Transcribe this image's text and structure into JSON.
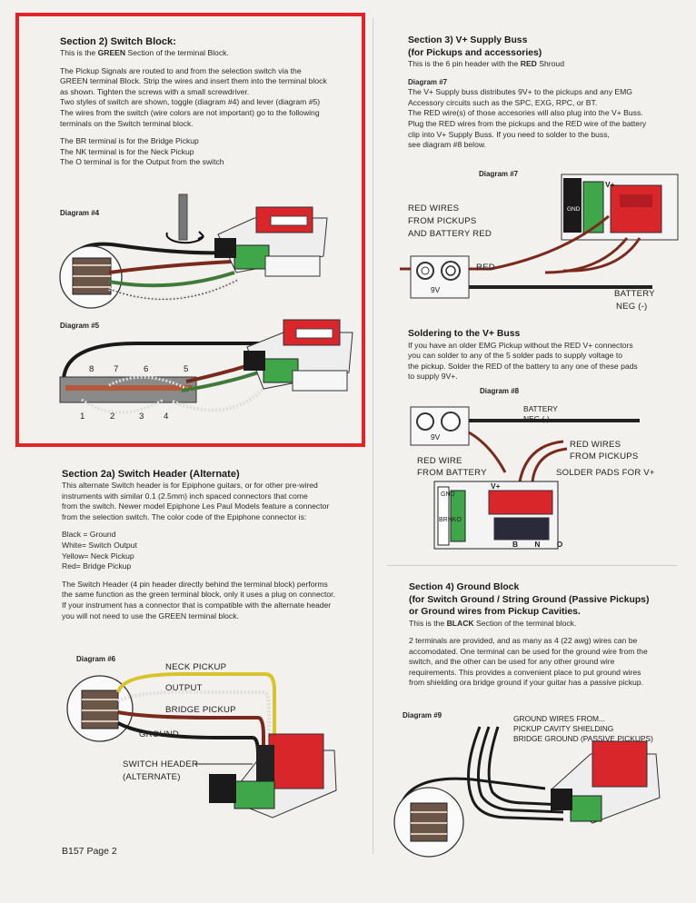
{
  "section2": {
    "title": "Section 2) Switch Block:",
    "subtitle_pre": "This is the ",
    "subtitle_bold": "GREEN",
    "subtitle_post": " Section of the terminal Block.",
    "para1": [
      "The Pickup Signals are routed to and from the selection switch via the",
      "GREEN terminal Block. Strip the wires and insert them into the terminal block",
      "as shown. Tighten the screws with a small screwdriver.",
      "Two styles of switch are shown, toggle (diagram #4) and lever (diagram #5)",
      "The wires from the switch (wire colors are not important) go to the following",
      "terminals on the Switch terminal block."
    ],
    "para2": [
      "The BR terminal is for the Bridge Pickup",
      "The NK terminal is for the Neck Pickup",
      "The O terminal is for the Output from the switch"
    ],
    "diagram4": "Diagram #4",
    "diagram5": "Diagram #5",
    "switch_numbers": [
      "8",
      "7",
      "6",
      "5",
      "1",
      "2",
      "3",
      "4"
    ]
  },
  "section2a": {
    "title": "Section 2a) Switch Header (Alternate)",
    "para1": [
      "This alternate Switch header is for Epiphone guitars, or for other pre-wired",
      "instruments with similar 0.1 (2.5mm) inch spaced connectors that come",
      "from the switch. Newer model Epiphone Les Paul Models feature a connector",
      "from the selection switch. The color code of the Epiphone connector is:"
    ],
    "colors": [
      "Black = Ground",
      "White= Switch Output",
      "Yellow= Neck Pickup",
      "Red= Bridge Pickup"
    ],
    "para2": [
      "The Switch Header (4 pin header directly behind the terminal block) performs",
      "the same function as the green terminal block, only it uses a plug on connector.",
      "If your instrument has a connector that is compatible with the alternate header",
      "you will not need to use the GREEN terminal block."
    ],
    "diagram6": "Diagram #6",
    "labels": {
      "neck": "NECK PICKUP",
      "output": "OUTPUT",
      "bridge": "BRIDGE PICKUP",
      "ground": "GROUND",
      "header1": "SWITCH HEADER",
      "header2": "(ALTERNATE)"
    }
  },
  "section3": {
    "title1": "Section 3) V+ Supply Buss",
    "title2": "(for Pickups and accessories)",
    "subtitle_pre": "This is the 6 pin header with the ",
    "subtitle_bold": "RED",
    "subtitle_post": " Shroud",
    "diagram7_head": "Diagram #7",
    "para1": [
      "The V+ Supply buss distributes 9V+ to the pickups and any EMG",
      "Accessory circuits such as the SPC, EXG, RPC, or BT.",
      "The RED wire(s) of those accesories will also plug into the V+ Buss.",
      "Plug the RED wires from the pickups and the RED wire of the battery",
      "clip into V+ Supply Buss. If you need to solder to the buss,",
      "see diagram #8 below."
    ],
    "diagram7": "Diagram #7",
    "d7_labels": {
      "red_wires1": "RED WIRES",
      "red_wires2": "FROM PICKUPS",
      "red_wires3": "AND BATTERY RED",
      "red": "RED",
      "battery1": "BATTERY",
      "battery2": "NEG (-)",
      "nine_v": "9V",
      "vplus": "V+",
      "gnd": "GND"
    },
    "solder_title": "Soldering to the V+ Buss",
    "solder_para": [
      "If you have an older EMG Pickup without the RED V+ connectors",
      "you can solder to any of the 5 solder pads to supply voltage to",
      "the pickup. Solder the RED of the battery to any one of these pads",
      "to supply 9V+."
    ],
    "diagram8": "Diagram #8",
    "d8_labels": {
      "battery1": "BATTERY",
      "battery2": "NEG (-)",
      "red_wires1": "RED WIRES",
      "red_wires2": "FROM PICKUPS",
      "red_wire1": "RED WIRE",
      "red_wire2": "FROM BATTERY",
      "solder": "SOLDER PADS FOR V+",
      "nine_v": "9V",
      "vplus": "V+",
      "gnd": "GND",
      "brnko": "BRNKO",
      "bottom": "B N O"
    }
  },
  "section4": {
    "title1": "Section 4)  Ground Block",
    "title2": "(for Switch Ground / String Ground (Passive Pickups)",
    "title3": "or Ground wires from Pickup Cavities.",
    "subtitle_pre": "This is the ",
    "subtitle_bold": "BLACK",
    "subtitle_post": " Section of the terminal block.",
    "para1": [
      "2 terminals are provided, and as many as 4 (22 awg) wires can be",
      "accomodated. One terminal can be used for the ground wire from the",
      "switch, and the other can be used for any other ground wire",
      "requirements. This provides a convenient place to put ground wires",
      "from shielding ora bridge ground if your guitar has a passive pickup."
    ],
    "diagram9": "Diagram #9",
    "d9_labels": [
      "GROUND WIRES FROM...",
      "PICKUP CAVITY SHIELDING",
      "BRIDGE GROUND (PASSIVE PICKUPS)"
    ]
  },
  "footer": "B157 Page 2",
  "colors": {
    "highlight_border": "#e2232a",
    "terminal_green": "#3fa64a",
    "header_red": "#d9262b",
    "wire_red": "#8b2a1f",
    "wire_green": "#3f7a3a",
    "wire_yellow": "#d8c42a"
  }
}
